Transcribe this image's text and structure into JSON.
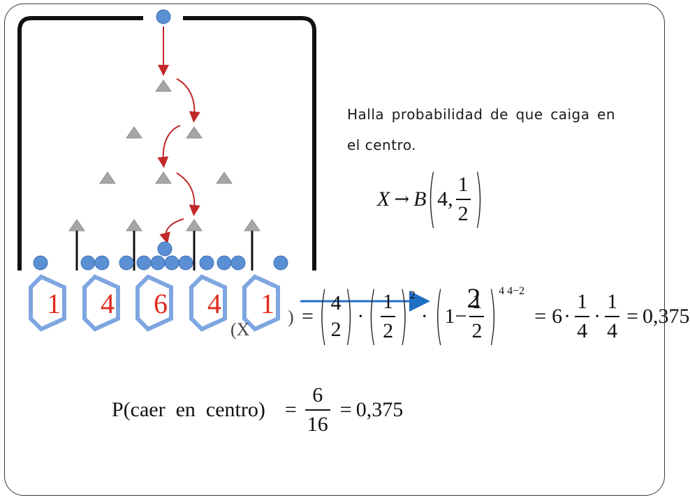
{
  "problem": {
    "statement": "Halla probabilidad de que caiga en el centro."
  },
  "distribution": {
    "variable": "X",
    "arrow": "→",
    "family": "B",
    "n": "4",
    "p_num": "1",
    "p_den": "2"
  },
  "pascal_row": [
    "1",
    "4",
    "6",
    "4",
    "1"
  ],
  "binomial_formula": {
    "lhs_partial": "(X",
    "lhs_close": ")",
    "equals": "=",
    "comb_top": "4",
    "comb_bottom": "2",
    "dot": "·",
    "p_num": "1",
    "p_den": "2",
    "p_exp": "2",
    "one_minus": "1−",
    "q_overlap_num": "2",
    "q_num": "1",
    "q_den": "2",
    "q_exp": "4 4−2",
    "result_coef": "6",
    "f1_num": "1",
    "f1_den": "4",
    "f2_num": "1",
    "f2_den": "4",
    "result": "0,375"
  },
  "center_probability": {
    "label": "P(caer  en  centro)",
    "equals": "=",
    "num": "6",
    "den": "16",
    "result": "0,375"
  },
  "colors": {
    "ball": "#5b8fd4",
    "ball_stroke": "#3d6fb5",
    "peg": "#a6a6a6",
    "path_arrow": "#c0282a",
    "hexagon": "#7ea6e0",
    "hexagon_fill": "#ffffff",
    "number_red": "#e0291c",
    "pointer_arrow": "#1f6fc4"
  }
}
